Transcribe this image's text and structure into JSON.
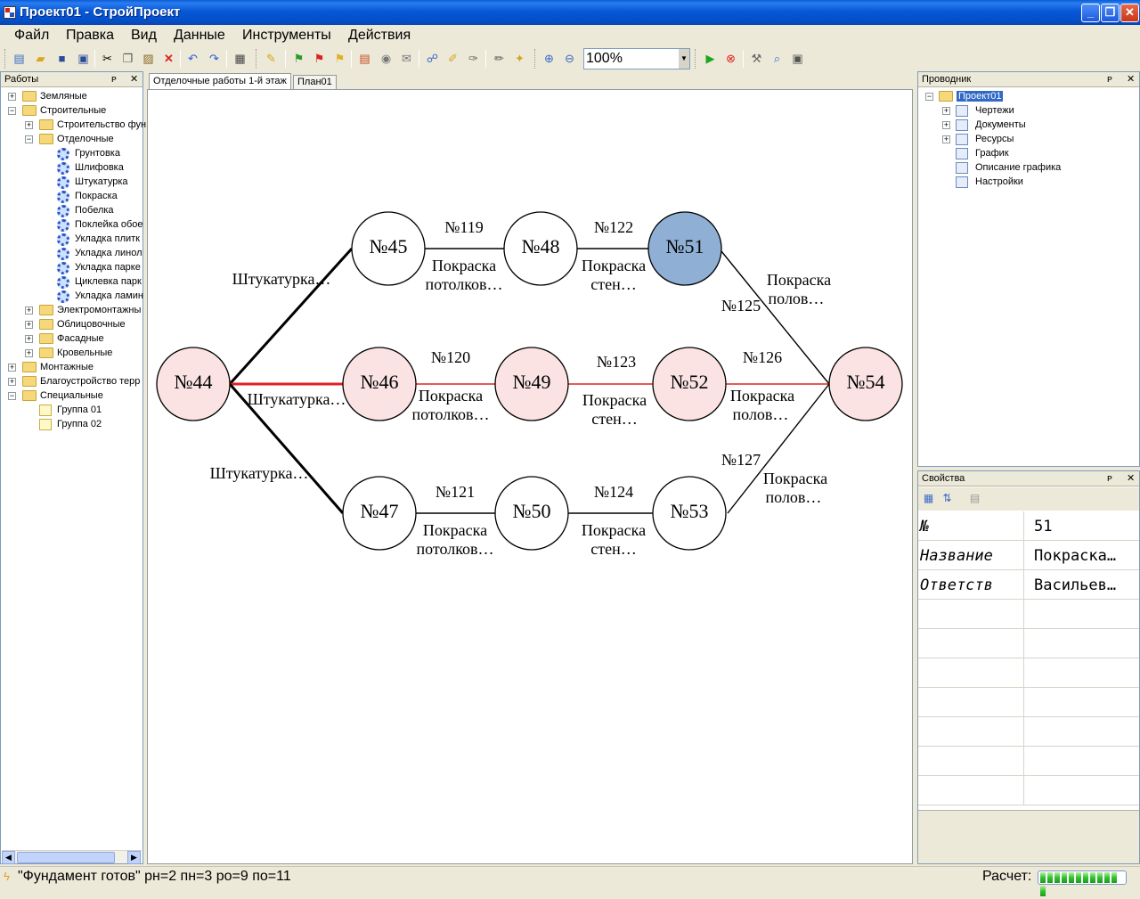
{
  "window": {
    "title": "Проект01 - СтройПроект",
    "minimize": "_",
    "maximize": "❐",
    "close": "✕"
  },
  "menu": [
    "Файл",
    "Правка",
    "Вид",
    "Данные",
    "Инструменты",
    "Действия"
  ],
  "toolbar": {
    "zoom": "100%",
    "icons": [
      "new-icon",
      "open-icon",
      "save-icon",
      "save-all-icon",
      "cut-icon",
      "copy-icon",
      "paste-icon",
      "delete-icon",
      "undo-icon",
      "redo-icon",
      "print-icon",
      "edit-icon",
      "flag-green-icon",
      "flag-red-icon",
      "flag-yellow-icon",
      "table-icon",
      "database-icon",
      "mail-icon",
      "network-icon",
      "brush-icon",
      "pen-icon",
      "pencil-icon",
      "wand-icon",
      "zoom-in-icon",
      "zoom-out-icon",
      "run-icon",
      "stop-icon",
      "tools-icon",
      "find-icon",
      "properties-icon"
    ]
  },
  "left_panel": {
    "title": "Работы",
    "pin": "ᴘ",
    "close": "✕",
    "tree": [
      {
        "label": "Земляные",
        "level": 0,
        "kind": "folder",
        "exp": "+"
      },
      {
        "label": "Строительные",
        "level": 0,
        "kind": "folder",
        "exp": "−"
      },
      {
        "label": "Строительство фун",
        "level": 1,
        "kind": "folder",
        "exp": "+"
      },
      {
        "label": "Отделочные",
        "level": 1,
        "kind": "folder",
        "exp": "−"
      },
      {
        "label": "Грунтовка",
        "level": 2,
        "kind": "gear"
      },
      {
        "label": "Шлифовка",
        "level": 2,
        "kind": "gear"
      },
      {
        "label": "Штукатурка",
        "level": 2,
        "kind": "gear"
      },
      {
        "label": "Покраска",
        "level": 2,
        "kind": "gear"
      },
      {
        "label": "Побелка",
        "level": 2,
        "kind": "gear"
      },
      {
        "label": "Поклейка обое",
        "level": 2,
        "kind": "gear"
      },
      {
        "label": "Укладка плитк",
        "level": 2,
        "kind": "gear"
      },
      {
        "label": "Укладка линол",
        "level": 2,
        "kind": "gear"
      },
      {
        "label": "Укладка парке",
        "level": 2,
        "kind": "gear"
      },
      {
        "label": "Циклевка парк",
        "level": 2,
        "kind": "gear"
      },
      {
        "label": "Укладка ламин",
        "level": 2,
        "kind": "gear"
      },
      {
        "label": "Электромонтажны",
        "level": 1,
        "kind": "folder",
        "exp": "+"
      },
      {
        "label": "Облицовочные",
        "level": 1,
        "kind": "folder",
        "exp": "+"
      },
      {
        "label": "Фасадные",
        "level": 1,
        "kind": "folder",
        "exp": "+"
      },
      {
        "label": "Кровельные",
        "level": 1,
        "kind": "folder",
        "exp": "+"
      },
      {
        "label": "Монтажные",
        "level": 0,
        "kind": "folder",
        "exp": "+"
      },
      {
        "label": "Благоустройство терр",
        "level": 0,
        "kind": "folder",
        "exp": "+"
      },
      {
        "label": "Специальные",
        "level": 0,
        "kind": "folder",
        "exp": "−"
      },
      {
        "label": "Группа 01",
        "level": 1,
        "kind": "group"
      },
      {
        "label": "Группа 02",
        "level": 1,
        "kind": "group"
      }
    ]
  },
  "doc_tabs": [
    "Отделочные работы 1-й этаж",
    "План01"
  ],
  "diagram": {
    "nodes": [
      {
        "label": "№44",
        "state": "critical"
      },
      {
        "label": "№45",
        "state": "normal"
      },
      {
        "label": "№46",
        "state": "critical"
      },
      {
        "label": "№47",
        "state": "normal"
      },
      {
        "label": "№48",
        "state": "normal"
      },
      {
        "label": "№49",
        "state": "critical"
      },
      {
        "label": "№50",
        "state": "normal"
      },
      {
        "label": "№51",
        "state": "selected"
      },
      {
        "label": "№52",
        "state": "critical"
      },
      {
        "label": "№53",
        "state": "normal"
      },
      {
        "label": "№54",
        "state": "critical"
      }
    ],
    "edges": [
      {
        "from": "№44",
        "to": "№45",
        "number": "",
        "name": [
          "Штукатурка…"
        ],
        "critical": false
      },
      {
        "from": "№44",
        "to": "№46",
        "number": "",
        "name": [
          "Штукатурка…"
        ],
        "critical": true
      },
      {
        "from": "№44",
        "to": "№47",
        "number": "",
        "name": [
          "Штукатурка…"
        ],
        "critical": false
      },
      {
        "from": "№45",
        "to": "№48",
        "number": "№119",
        "name": [
          "Покраска",
          "потолков…"
        ],
        "critical": false
      },
      {
        "from": "№46",
        "to": "№49",
        "number": "№120",
        "name": [
          "Покраска",
          "потолков…"
        ],
        "critical": true
      },
      {
        "from": "№47",
        "to": "№50",
        "number": "№121",
        "name": [
          "Покраска",
          "потолков…"
        ],
        "critical": false
      },
      {
        "from": "№48",
        "to": "№51",
        "number": "№122",
        "name": [
          "Покраска",
          "стен…"
        ],
        "critical": false
      },
      {
        "from": "№49",
        "to": "№52",
        "number": "№123",
        "name": [
          "Покраска",
          "стен…"
        ],
        "critical": true
      },
      {
        "from": "№50",
        "to": "№53",
        "number": "№124",
        "name": [
          "Покраска",
          "стен…"
        ],
        "critical": false
      },
      {
        "from": "№51",
        "to": "№54",
        "number": "№125",
        "name": [
          "Покраска",
          "полов…"
        ],
        "critical": false
      },
      {
        "from": "№52",
        "to": "№54",
        "number": "№126",
        "name": [
          "Покраска",
          "полов…"
        ],
        "critical": true
      },
      {
        "from": "№53",
        "to": "№54",
        "number": "№127",
        "name": [
          "Покраска",
          "полов…"
        ],
        "critical": false
      }
    ],
    "colors": {
      "critical_fill": "#fbe3e3",
      "selected_fill": "#8fb0d4",
      "critical_edge": "#e02020",
      "edge": "#000000"
    }
  },
  "explorer": {
    "title": "Проводник",
    "pin": "ᴘ",
    "close": "✕",
    "items": [
      {
        "label": "Проект01",
        "level": 0,
        "exp": "−",
        "selected": true
      },
      {
        "label": "Чертежи",
        "level": 1,
        "exp": "+"
      },
      {
        "label": "Документы",
        "level": 1,
        "exp": "+"
      },
      {
        "label": "Ресурсы",
        "level": 1,
        "exp": "+"
      },
      {
        "label": "График",
        "level": 1,
        "exp": ""
      },
      {
        "label": "Описание графика",
        "level": 1,
        "exp": ""
      },
      {
        "label": "Настройки",
        "level": 1,
        "exp": ""
      }
    ]
  },
  "properties": {
    "title": "Свойства",
    "pin": "ᴘ",
    "close": "✕",
    "rows": [
      {
        "key": "№",
        "value": "51"
      },
      {
        "key": "Название",
        "value": "Покраска…"
      },
      {
        "key": "Ответств",
        "value": "Васильев…"
      },
      {
        "key": "",
        "value": ""
      },
      {
        "key": "",
        "value": ""
      },
      {
        "key": "",
        "value": ""
      },
      {
        "key": "",
        "value": ""
      },
      {
        "key": "",
        "value": ""
      },
      {
        "key": "",
        "value": ""
      },
      {
        "key": "",
        "value": ""
      }
    ]
  },
  "status": {
    "message": "\"Фундамент готов\" рн=2 пн=3 ро=9 по=11",
    "calc_label": "Расчет:",
    "progress": 1.0
  }
}
